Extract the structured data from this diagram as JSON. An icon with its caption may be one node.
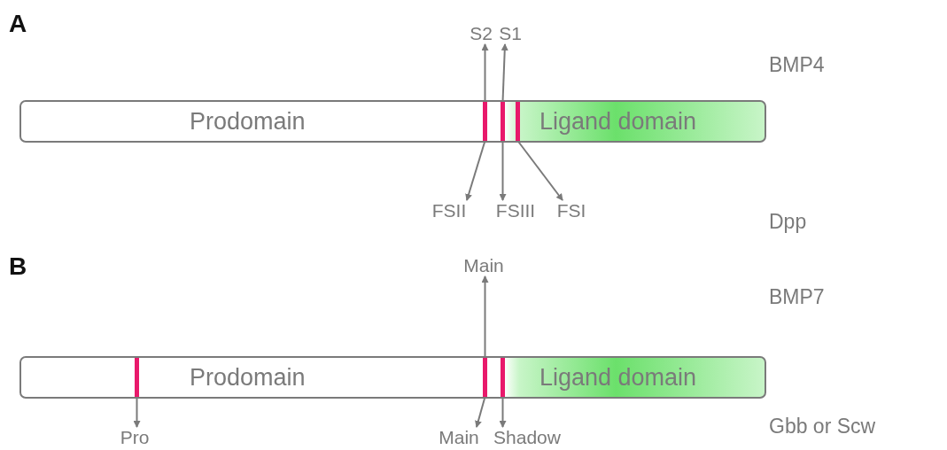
{
  "diagram": {
    "nodes": [
      {
        "text": [
          "Prodomain",
          "Ligand domain"
        ]
      },
      {
        "text": [],
        "shape": "bar",
        "in": 0
      },
      {
        "text": [],
        "shape": "bar",
        "in": 0
      },
      {
        "text": [],
        "shape": "bar",
        "in": 0
      },
      {
        "text": [
          "S2"
        ]
      },
      {
        "text": [
          "S1"
        ]
      },
      {
        "text": [
          "FSII"
        ]
      },
      {
        "text": [
          "FSIII"
        ]
      },
      {
        "text": [
          "FSI"
        ]
      },
      {
        "text": [
          "Prodomain",
          "Ligand domain"
        ]
      },
      {
        "text": [],
        "shape": "bar",
        "in": 9
      },
      {
        "text": [],
        "shape": "bar",
        "in": 9
      },
      {
        "text": [],
        "shape": "bar",
        "in": 9
      },
      {
        "text": [
          "Main"
        ]
      },
      {
        "text": [
          "Pro"
        ]
      },
      {
        "text": [
          "Main"
        ]
      },
      {
        "text": [
          "Shadow"
        ]
      }
    ],
    "edges": [
      {
        "from": 1,
        "to": 4,
        "arrow": "to"
      },
      {
        "from": 2,
        "to": 5,
        "arrow": "to"
      },
      {
        "from": 1,
        "to": 6,
        "arrow": "to"
      },
      {
        "from": 2,
        "to": 7,
        "arrow": "to"
      },
      {
        "from": 3,
        "to": 8,
        "arrow": "to"
      },
      {
        "from": 11,
        "to": 13,
        "arrow": "to"
      },
      {
        "from": 10,
        "to": 14,
        "arrow": "to"
      },
      {
        "from": 11,
        "to": 15,
        "arrow": "to"
      },
      {
        "from": 12,
        "to": 16,
        "arrow": "to"
      }
    ],
    "labels": [
      "A",
      "BMP4",
      "Dpp",
      "B",
      "BMP7",
      "Gbb or Scw"
    ]
  }
}
